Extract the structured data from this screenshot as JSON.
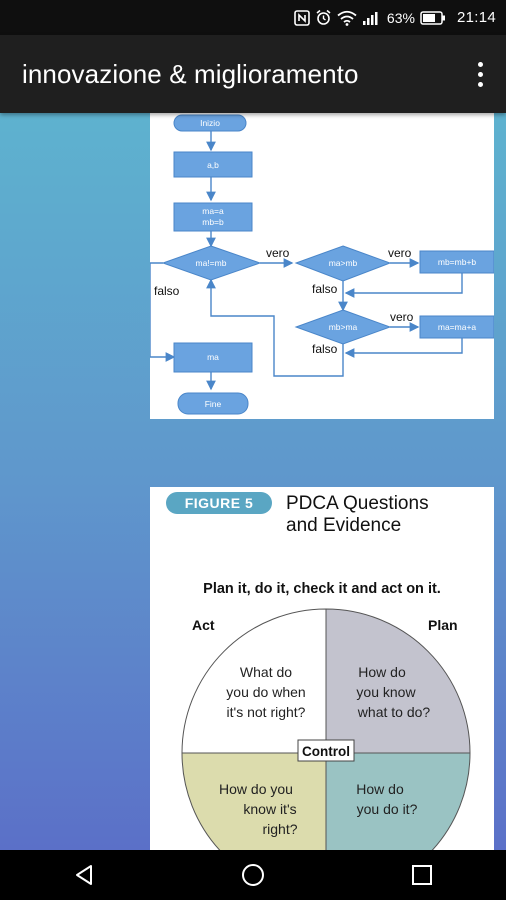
{
  "status_bar": {
    "battery_percent": "63%",
    "time": "21:14"
  },
  "app_bar": {
    "title": "innovazione & miglioramento"
  },
  "flowchart": {
    "start": "Inizio",
    "input": "a,b",
    "assign": [
      "ma=a",
      "mb=b"
    ],
    "condition_main": "ma!=mb",
    "condition_greater": "ma>mb",
    "assign_mb": "mb=mb+b",
    "condition_less": "mb>ma",
    "assign_ma": "ma=ma+a",
    "output": "ma",
    "end": "Fine",
    "label_true": "vero",
    "label_false": "falso"
  },
  "pdca_figure": {
    "badge": "FIGURE 5",
    "title_line1": "PDCA Questions",
    "title_line2": "and Evidence",
    "subtitle": "Plan it, do it, check it and act on it.",
    "label_act": "Act",
    "label_plan": "Plan",
    "center_label": "Control",
    "q_act": [
      "What do",
      "you do when",
      "it's not right?"
    ],
    "q_plan": [
      "How do",
      "you know",
      "what to do?"
    ],
    "q_check": [
      "How do you",
      "know it's",
      "right?"
    ],
    "q_do": [
      "How do",
      "you do it?"
    ],
    "colors": {
      "plan": "#c3c3ce",
      "do": "#9ac3c3",
      "check": "#dcdcad",
      "badge": "#5aa6c3"
    }
  }
}
